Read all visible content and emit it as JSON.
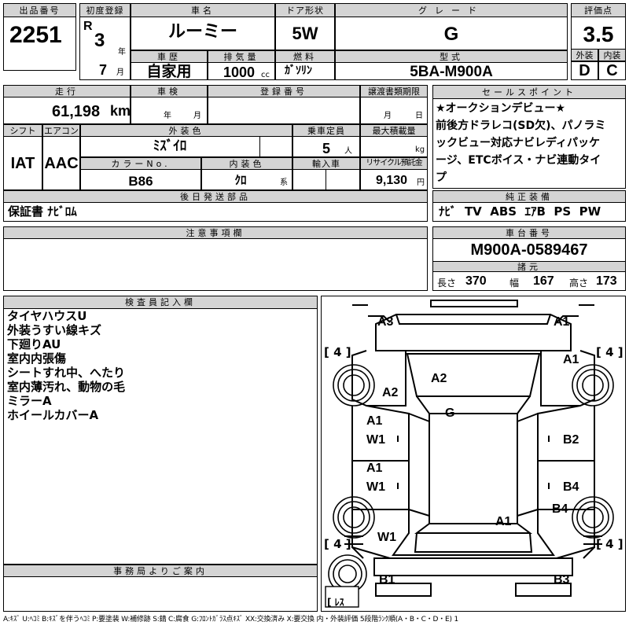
{
  "header": {
    "lot_label": "出品番号",
    "lot_number": "2251",
    "first_reg_label": "初度登録",
    "era": "R",
    "year": "3",
    "year_unit": "年",
    "month": "7",
    "month_unit": "月",
    "car_name_label": "車名",
    "car_name": "ルーミー",
    "door_label": "ドア形状",
    "door": "5W",
    "grade_label": "グレード",
    "grade": "G",
    "score_label": "評価点",
    "score": "3.5",
    "history_label": "車歴",
    "history": "自家用",
    "displacement_label": "排気量",
    "displacement": "1000",
    "displacement_unit": "cc",
    "fuel_label": "燃料",
    "fuel": "ｶﾞｿﾘﾝ",
    "model_label": "型式",
    "model": "5BA-M900A",
    "exterior_label": "外装",
    "exterior_grade": "D",
    "interior_label": "内装",
    "interior_grade": "C"
  },
  "row2": {
    "mileage_label": "走行",
    "mileage": "61,198",
    "mileage_unit": "km",
    "inspection_label": "車検",
    "inspection_year_unit": "年",
    "inspection_month_unit": "月",
    "reg_number_label": "登録番号",
    "transfer_label": "譲渡書類期限",
    "transfer_month_unit": "月",
    "transfer_day_unit": "日",
    "shift_label": "シフト",
    "shift": "IAT",
    "ac_label": "エアコン",
    "ac": "AAC",
    "color_label": "外装色",
    "color": "ﾐｽﾞｲﾛ",
    "capacity_label": "乗車定員",
    "capacity": "5",
    "capacity_unit": "人",
    "max_load_label": "最大積載量",
    "max_load_unit": "kg",
    "color_no_label": "カラーNo.",
    "color_no": "B86",
    "interior_color_label": "内装色",
    "interior_color": "ｸﾛ",
    "interior_color_unit": "系",
    "import_label": "輸入車",
    "recycle_label": "リサイクル預託金",
    "recycle": "9,130",
    "recycle_unit": "円",
    "later_label": "後日発送部品",
    "later_items": "保証書 ﾅﾋﾞﾛﾑ"
  },
  "sales_point": {
    "label": "セールスポイント",
    "lines": [
      "★オークションデビュー★",
      "前後方ドラレコ(SD欠)、パノラミ",
      "ックビュー対応ナビレディパッケ",
      "ージ、ETCボイス・ナビ連動タイ",
      "プ"
    ]
  },
  "equipment": {
    "label": "純正装備",
    "items": "ﾅﾋﾞ  TV  ABS  ｴｱB  PS  PW"
  },
  "notes": {
    "label": "注意事項欄"
  },
  "chassis": {
    "label": "車台番号",
    "number": "M900A-0589467",
    "dims_label": "諸元",
    "length_label": "長さ",
    "length": "370",
    "width_label": "幅",
    "width": "167",
    "height_label": "高さ",
    "height": "173"
  },
  "inspector": {
    "label": "検査員記入欄",
    "lines": [
      "タイヤハウスU",
      "外装うすい線キズ",
      "下廻りAU",
      "室内内張傷",
      "シートすれ中、へたり",
      "室内薄汚れ、動物の毛",
      "ミラーA",
      "ホイールカバーA"
    ]
  },
  "office": {
    "label": "事務局よりご案内"
  },
  "diagram": {
    "marks": {
      "a3": "A3",
      "a1_top_right": "A1",
      "a1_right": "A1",
      "a2_left": "A2",
      "a2_roof": "A2",
      "g": "G",
      "a1_left_front": "A1",
      "w1_left_front": "W1",
      "b2": "B2",
      "a1_left_rear": "A1",
      "w1_left_rear": "W1",
      "b4_right": "B4",
      "b4_lower": "B4",
      "a1_rear_deck": "A1",
      "w1_bottom": "W1",
      "b1": "B1",
      "b3": "B3"
    },
    "tire_fl": "4",
    "tire_fr": "4",
    "tire_rl": "4",
    "tire_rr": "4",
    "spare": "ﾚｽ"
  },
  "legend": "A:ｷｽﾞ U:ﾍｺﾐ B:ｷｽﾞを伴うﾍｺﾐ P:要塗装 W:補修跡 S:錆 C:腐食 G:ﾌﾛﾝﾄｶﾞﾗｽ点ｷｽﾞ XX:交換済み X:要交換  内・外装評価 5段階ﾗﾝｸ順(A・B・C・D・E) 1"
}
